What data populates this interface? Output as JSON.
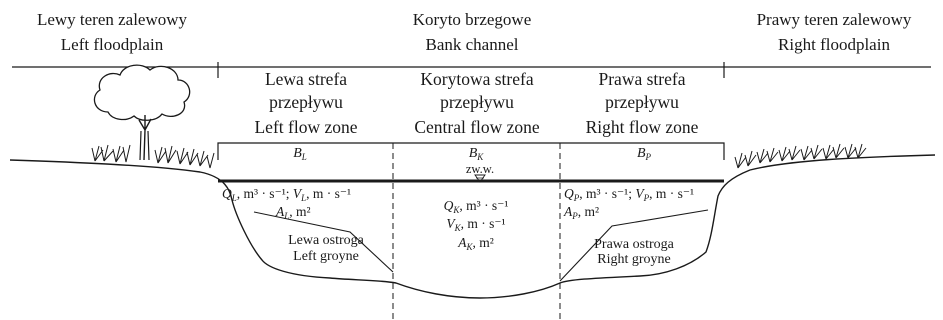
{
  "headers": {
    "left": {
      "pl": "Lewy teren zalewowy",
      "en": "Left floodplain"
    },
    "center": {
      "pl": "Koryto brzegowe",
      "en": "Bank channel"
    },
    "right": {
      "pl": "Prawy teren zalewowy",
      "en": "Right floodplain"
    }
  },
  "zones": {
    "left": {
      "line1": "Lewa strefa",
      "line2": "przepływu",
      "line3": "Left flow zone"
    },
    "center": {
      "line1": "Korytowa strefa",
      "line2": "przepływu",
      "line3": "Central flow zone"
    },
    "right": {
      "line1": "Prawa strefa",
      "line2": "przepływu",
      "line3": "Right flow zone"
    }
  },
  "widths": {
    "left": {
      "base": "B",
      "sub": "L"
    },
    "center": {
      "base": "B",
      "sub": "K"
    },
    "right": {
      "base": "B",
      "sub": "P"
    }
  },
  "water_level": "zw.w.",
  "quantities": {
    "left": {
      "q_sym": "Q",
      "q_sub": "L",
      "q_unit": ", m³ · s⁻¹; ",
      "v_sym": "V",
      "v_sub": "L",
      "v_unit": ", m · s⁻¹",
      "a_sym": "A",
      "a_sub": "L",
      "a_unit": ", m²"
    },
    "center": {
      "q_sym": "Q",
      "q_sub": "K",
      "q_unit": ", m³ · s⁻¹",
      "v_sym": "V",
      "v_sub": "K",
      "v_unit": ", m · s⁻¹",
      "a_sym": "A",
      "a_sub": "K",
      "a_unit": ", m²"
    },
    "right": {
      "q_sym": "Q",
      "q_sub": "P",
      "q_unit": ", m³ · s⁻¹; ",
      "v_sym": "V",
      "v_sub": "P",
      "v_unit": ", m · s⁻¹",
      "a_sym": "A",
      "a_sub": "P",
      "a_unit": ", m²"
    }
  },
  "groynes": {
    "left": {
      "pl": "Lewa ostroga",
      "en": "Left groyne"
    },
    "right": {
      "pl": "Prawa ostroga",
      "en": "Right groyne"
    }
  }
}
